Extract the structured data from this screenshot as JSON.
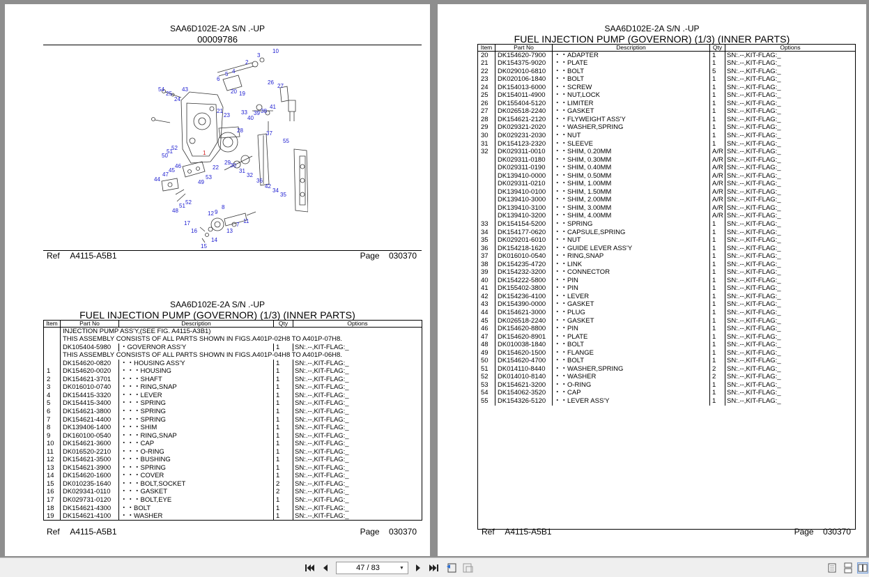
{
  "viewer": {
    "page_indicator": "47 / 83",
    "buttons": {
      "first": "first-page",
      "prev": "previous-page",
      "next": "next-page",
      "last": "last-page"
    }
  },
  "left_page": {
    "model": "SAA6D102E-2A S/N .-UP",
    "docnum": "00009786",
    "ref_label": "Ref",
    "ref_value": "A4115-A5B1",
    "page_label": "Page",
    "page_value": "030370",
    "diagram_footnote": "□□□□□□",
    "model2": "SAA6D102E-2A S/N .-UP",
    "section_title": "FUEL INJECTION PUMP (GOVERNOR) (1/3) (INNER PARTS)",
    "columns": [
      "Item",
      "Part No",
      "Description",
      "Qty",
      "Options"
    ],
    "notes": [
      "INJECTION PUMP ASS'Y,(SEE FIG. A4115-A3B1)",
      "THIS ASSEMBLY CONSISTS OF ALL PARTS SHOWN IN FIGS.A401P-02H8 TO A401P-07H8.",
      "THIS ASSEMBLY CONSISTS OF ALL PARTS SHOWN IN FIGS.A401P-04H8 TO A401P-06H8."
    ],
    "rows_a": [
      {
        "item": "",
        "part": "DK105404-5980",
        "desc": "・GOVERNOR ASS'Y",
        "qty": "1",
        "opt": "SN:.--,KIT-FLAG:_"
      }
    ],
    "rows_b": [
      {
        "item": "",
        "part": "DK154620-0820",
        "desc": "・・HOUSING ASS'Y",
        "qty": "1",
        "opt": "SN:.--,KIT-FLAG:_"
      },
      {
        "item": "1",
        "part": "DK154620-0020",
        "desc": "・・・HOUSING",
        "qty": "1",
        "opt": "SN:.--,KIT-FLAG:_"
      },
      {
        "item": "2",
        "part": "DK154621-3701",
        "desc": "・・・SHAFT",
        "qty": "1",
        "opt": "SN:.--,KIT-FLAG:_"
      },
      {
        "item": "3",
        "part": "DK016010-0740",
        "desc": "・・・RING,SNAP",
        "qty": "1",
        "opt": "SN:.--,KIT-FLAG:_"
      },
      {
        "item": "4",
        "part": "DK154415-3320",
        "desc": "・・・LEVER",
        "qty": "1",
        "opt": "SN:.--,KIT-FLAG:_"
      },
      {
        "item": "5",
        "part": "DK154415-3400",
        "desc": "・・・SPRING",
        "qty": "1",
        "opt": "SN:.--,KIT-FLAG:_"
      },
      {
        "item": "6",
        "part": "DK154621-3800",
        "desc": "・・・SPRING",
        "qty": "1",
        "opt": "SN:.--,KIT-FLAG:_"
      },
      {
        "item": "7",
        "part": "DK154621-4400",
        "desc": "・・・SPRING",
        "qty": "1",
        "opt": "SN:.--,KIT-FLAG:_"
      },
      {
        "item": "8",
        "part": "DK139406-1400",
        "desc": "・・・SHIM",
        "qty": "1",
        "opt": "SN:.--,KIT-FLAG:_"
      },
      {
        "item": "9",
        "part": "DK160100-0540",
        "desc": "・・・RING,SNAP",
        "qty": "1",
        "opt": "SN:.--,KIT-FLAG:_"
      },
      {
        "item": "10",
        "part": "DK154621-3600",
        "desc": "・・・CAP",
        "qty": "1",
        "opt": "SN:.--,KIT-FLAG:_"
      },
      {
        "item": "11",
        "part": "DK016520-2210",
        "desc": "・・・O-RING",
        "qty": "1",
        "opt": "SN:.--,KIT-FLAG:_"
      },
      {
        "item": "12",
        "part": "DK154621-3500",
        "desc": "・・・BUSHING",
        "qty": "1",
        "opt": "SN:.--,KIT-FLAG:_"
      },
      {
        "item": "13",
        "part": "DK154621-3900",
        "desc": "・・・SPRING",
        "qty": "1",
        "opt": "SN:.--,KIT-FLAG:_"
      },
      {
        "item": "14",
        "part": "DK154620-1600",
        "desc": "・・・COVER",
        "qty": "1",
        "opt": "SN:.--,KIT-FLAG:_"
      },
      {
        "item": "15",
        "part": "DK010235-1640",
        "desc": "・・・BOLT,SOCKET",
        "qty": "2",
        "opt": "SN:.--,KIT-FLAG:_"
      },
      {
        "item": "16",
        "part": "DK029341-0110",
        "desc": "・・・GASKET",
        "qty": "2",
        "opt": "SN:.--,KIT-FLAG:_"
      },
      {
        "item": "17",
        "part": "DK029731-0120",
        "desc": "・・・BOLT,EYE",
        "qty": "1",
        "opt": "SN:.--,KIT-FLAG:_"
      },
      {
        "item": "18",
        "part": "DK154621-4300",
        "desc": "・・BOLT",
        "qty": "1",
        "opt": "SN:.--,KIT-FLAG:_"
      },
      {
        "item": "19",
        "part": "DK154621-4100",
        "desc": "・・WASHER",
        "qty": "1",
        "opt": "SN:.--,KIT-FLAG:_"
      }
    ],
    "ref_label2": "Ref",
    "ref_value2": "A4115-A5B1",
    "page_label2": "Page",
    "page_value2": "030370"
  },
  "right_page": {
    "model": "SAA6D102E-2A S/N .-UP",
    "section_title": "FUEL INJECTION PUMP (GOVERNOR) (1/3) (INNER PARTS)",
    "columns": [
      "Item",
      "Part No",
      "Description",
      "Qty",
      "Options"
    ],
    "rows": [
      {
        "item": "20",
        "part": "DK154620-7900",
        "desc": "・・ADAPTER",
        "qty": "1",
        "opt": "SN:.--,KIT-FLAG:_"
      },
      {
        "item": "21",
        "part": "DK154375-9020",
        "desc": "・・PLATE",
        "qty": "1",
        "opt": "SN:.--,KIT-FLAG:_"
      },
      {
        "item": "22",
        "part": "DK029010-6810",
        "desc": "・・BOLT",
        "qty": "5",
        "opt": "SN:.--,KIT-FLAG:_"
      },
      {
        "item": "23",
        "part": "DK020106-1840",
        "desc": "・・BOLT",
        "qty": "1",
        "opt": "SN:.--,KIT-FLAG:_"
      },
      {
        "item": "24",
        "part": "DK154013-6000",
        "desc": "・・SCREW",
        "qty": "1",
        "opt": "SN:.--,KIT-FLAG:_"
      },
      {
        "item": "25",
        "part": "DK154011-4900",
        "desc": "・・NUT,LOCK",
        "qty": "1",
        "opt": "SN:.--,KIT-FLAG:_"
      },
      {
        "item": "26",
        "part": "DK155404-5120",
        "desc": "・・LIMITER",
        "qty": "1",
        "opt": "SN:.--,KIT-FLAG:_"
      },
      {
        "item": "27",
        "part": "DK026518-2240",
        "desc": "・・GASKET",
        "qty": "1",
        "opt": "SN:.--,KIT-FLAG:_"
      },
      {
        "item": "28",
        "part": "DK154621-2120",
        "desc": "・・FLYWEIGHT ASS'Y",
        "qty": "1",
        "opt": "SN:.--,KIT-FLAG:_"
      },
      {
        "item": "29",
        "part": "DK029321-2020",
        "desc": "・・WASHER,SPRING",
        "qty": "1",
        "opt": "SN:.--,KIT-FLAG:_"
      },
      {
        "item": "30",
        "part": "DK029231-2030",
        "desc": "・・NUT",
        "qty": "1",
        "opt": "SN:.--,KIT-FLAG:_"
      },
      {
        "item": "31",
        "part": "DK154123-2320",
        "desc": "・・SLEEVE",
        "qty": "1",
        "opt": "SN:.--,KIT-FLAG:_"
      },
      {
        "item": "32",
        "part": "DK029311-0010",
        "desc": "・・SHIM, 0.20MM",
        "qty": "A/R",
        "opt": "SN:.--,KIT-FLAG:_"
      },
      {
        "item": "",
        "part": "DK029311-0180",
        "desc": "・・SHIM, 0.30MM",
        "qty": "A/R",
        "opt": "SN:.--,KIT-FLAG:_"
      },
      {
        "item": "",
        "part": "DK029311-0190",
        "desc": "・・SHIM, 0.40MM",
        "qty": "A/R",
        "opt": "SN:.--,KIT-FLAG:_"
      },
      {
        "item": "",
        "part": "DK139410-0000",
        "desc": "・・SHIM, 0.50MM",
        "qty": "A/R",
        "opt": "SN:.--,KIT-FLAG:_"
      },
      {
        "item": "",
        "part": "DK029311-0210",
        "desc": "・・SHIM, 1.00MM",
        "qty": "A/R",
        "opt": "SN:.--,KIT-FLAG:_"
      },
      {
        "item": "",
        "part": "DK139410-0100",
        "desc": "・・SHIM, 1.50MM",
        "qty": "A/R",
        "opt": "SN:.--,KIT-FLAG:_"
      },
      {
        "item": "",
        "part": "DK139410-3000",
        "desc": "・・SHIM, 2.00MM",
        "qty": "A/R",
        "opt": "SN:.--,KIT-FLAG:_"
      },
      {
        "item": "",
        "part": "DK139410-3100",
        "desc": "・・SHIM, 3.00MM",
        "qty": "A/R",
        "opt": "SN:.--,KIT-FLAG:_"
      },
      {
        "item": "",
        "part": "DK139410-3200",
        "desc": "・・SHIM, 4.00MM",
        "qty": "A/R",
        "opt": "SN:.--,KIT-FLAG:_"
      },
      {
        "item": "33",
        "part": "DK154154-5200",
        "desc": "・・SPRING",
        "qty": "1",
        "opt": "SN:.--,KIT-FLAG:_"
      },
      {
        "item": "34",
        "part": "DK154177-0620",
        "desc": "・・CAPSULE,SPRING",
        "qty": "1",
        "opt": "SN:.--,KIT-FLAG:_"
      },
      {
        "item": "35",
        "part": "DK029201-6010",
        "desc": "・・NUT",
        "qty": "1",
        "opt": "SN:.--,KIT-FLAG:_"
      },
      {
        "item": "36",
        "part": "DK154218-1620",
        "desc": "・・GUIDE LEVER ASS'Y",
        "qty": "1",
        "opt": "SN:.--,KIT-FLAG:_"
      },
      {
        "item": "37",
        "part": "DK016010-0540",
        "desc": "・・RING,SNAP",
        "qty": "1",
        "opt": "SN:.--,KIT-FLAG:_"
      },
      {
        "item": "38",
        "part": "DK154235-4720",
        "desc": "・・LINK",
        "qty": "1",
        "opt": "SN:.--,KIT-FLAG:_"
      },
      {
        "item": "39",
        "part": "DK154232-3200",
        "desc": "・・CONNECTOR",
        "qty": "1",
        "opt": "SN:.--,KIT-FLAG:_"
      },
      {
        "item": "40",
        "part": "DK154222-5800",
        "desc": "・・PIN",
        "qty": "1",
        "opt": "SN:.--,KIT-FLAG:_"
      },
      {
        "item": "41",
        "part": "DK155402-3800",
        "desc": "・・PIN",
        "qty": "1",
        "opt": "SN:.--,KIT-FLAG:_"
      },
      {
        "item": "42",
        "part": "DK154236-4100",
        "desc": "・・LEVER",
        "qty": "1",
        "opt": "SN:.--,KIT-FLAG:_"
      },
      {
        "item": "43",
        "part": "DK154390-0000",
        "desc": "・・GASKET",
        "qty": "1",
        "opt": "SN:.--,KIT-FLAG:_"
      },
      {
        "item": "44",
        "part": "DK154621-3000",
        "desc": "・・PLUG",
        "qty": "1",
        "opt": "SN:.--,KIT-FLAG:_"
      },
      {
        "item": "45",
        "part": "DK026518-2240",
        "desc": "・・GASKET",
        "qty": "1",
        "opt": "SN:.--,KIT-FLAG:_"
      },
      {
        "item": "46",
        "part": "DK154620-8800",
        "desc": "・・PIN",
        "qty": "1",
        "opt": "SN:.--,KIT-FLAG:_"
      },
      {
        "item": "47",
        "part": "DK154620-8901",
        "desc": "・・PLATE",
        "qty": "1",
        "opt": "SN:.--,KIT-FLAG:_"
      },
      {
        "item": "48",
        "part": "DK010038-1840",
        "desc": "・・BOLT",
        "qty": "1",
        "opt": "SN:.--,KIT-FLAG:_"
      },
      {
        "item": "49",
        "part": "DK154620-1500",
        "desc": "・・FLANGE",
        "qty": "1",
        "opt": "SN:.--,KIT-FLAG:_"
      },
      {
        "item": "50",
        "part": "DK154620-4700",
        "desc": "・・BOLT",
        "qty": "1",
        "opt": "SN:.--,KIT-FLAG:_"
      },
      {
        "item": "51",
        "part": "DK014110-8440",
        "desc": "・・WASHER,SPRING",
        "qty": "2",
        "opt": "SN:.--,KIT-FLAG:_"
      },
      {
        "item": "52",
        "part": "DK014010-8140",
        "desc": "・・WASHER",
        "qty": "2",
        "opt": "SN:.--,KIT-FLAG:_"
      },
      {
        "item": "53",
        "part": "DK154621-3200",
        "desc": "・・O-RING",
        "qty": "1",
        "opt": "SN:.--,KIT-FLAG:_"
      },
      {
        "item": "54",
        "part": "DK154062-3520",
        "desc": "・・CAP",
        "qty": "1",
        "opt": "SN:.--,KIT-FLAG:_"
      },
      {
        "item": "55",
        "part": "DK154326-5120",
        "desc": "・・LEVER ASS'Y",
        "qty": "1",
        "opt": "SN:.--,KIT-FLAG:_"
      }
    ],
    "ref_label": "Ref",
    "ref_value": "A4115-A5B1",
    "page_label": "Page",
    "page_value": "030370"
  },
  "diagram_callouts": {
    "blue": [
      "1",
      "2",
      "3",
      "4",
      "5",
      "6",
      "7",
      "8",
      "9",
      "10",
      "11",
      "12",
      "13",
      "14",
      "15",
      "16",
      "17",
      "19",
      "20",
      "21",
      "22",
      "23",
      "24",
      "25",
      "26",
      "27",
      "28",
      "29",
      "30",
      "31",
      "32",
      "33",
      "34",
      "35",
      "36",
      "37",
      "38",
      "39",
      "40",
      "41",
      "42",
      "43",
      "44",
      "45",
      "46",
      "47",
      "48",
      "49",
      "50",
      "51",
      "52",
      "53",
      "54",
      "55"
    ],
    "red": [
      "1"
    ]
  }
}
